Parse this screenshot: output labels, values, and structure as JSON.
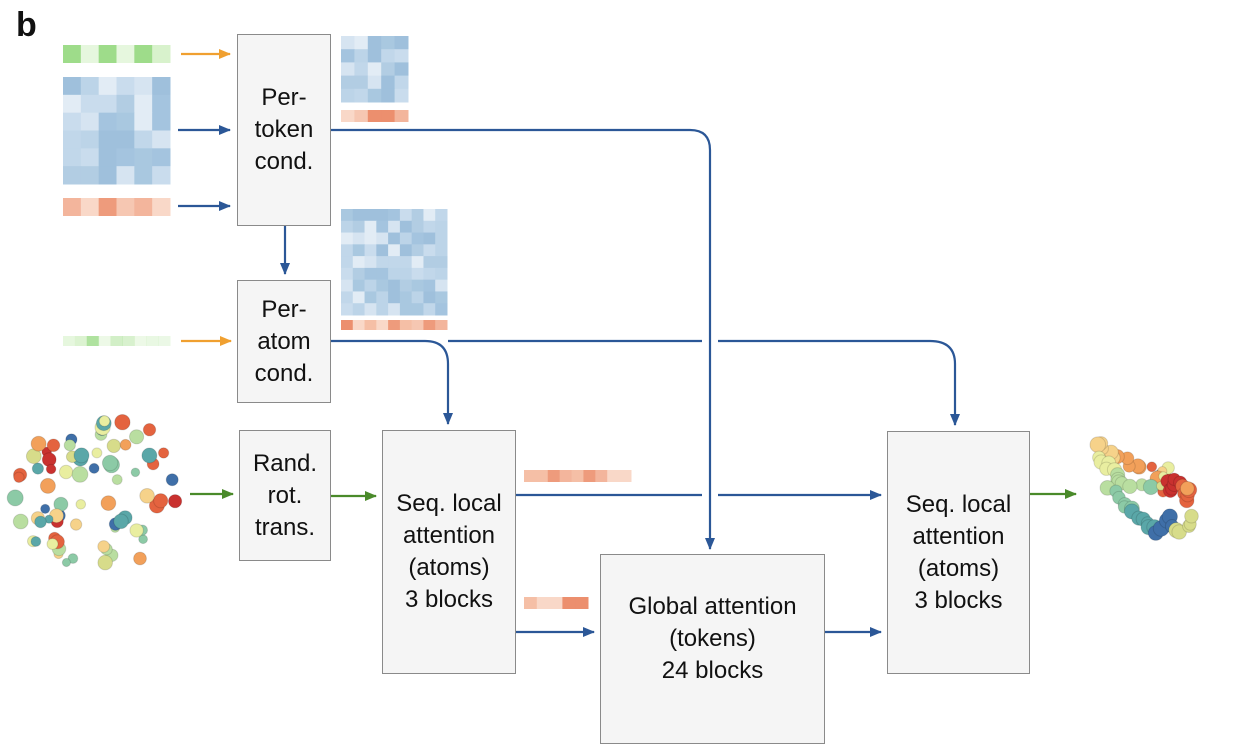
{
  "panel_label": "b",
  "boxes": {
    "per_token": "Per-\ntoken\ncond.",
    "per_atom": "Per-\natom\ncond.",
    "rand_rot": "Rand.\nrot.\ntrans.",
    "seq_local_1": "Seq. local\nattention\n(atoms)\n3 blocks",
    "global_attention": "Global attention\n(tokens)\n24 blocks",
    "seq_local_2": "Seq. local\nattention\n(atoms)\n3 blocks"
  },
  "colors": {
    "blue_arrow": "#2b5797",
    "orange_arrow": "#f0a030",
    "green_arrow": "#4a8a2a",
    "box_fill": "#f5f5f5",
    "box_border": "#8a8a8a"
  }
}
